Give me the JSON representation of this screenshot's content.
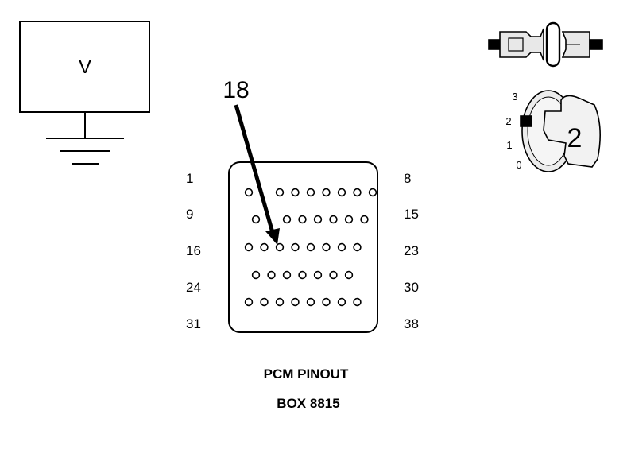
{
  "voltmeter": {
    "symbol": "V"
  },
  "pointer": {
    "pin_label": "18",
    "target_pin": 18
  },
  "connector": {
    "row_labels_left": [
      "1",
      "9",
      "16",
      "24",
      "31"
    ],
    "row_labels_right": [
      "8",
      "15",
      "23",
      "30",
      "38"
    ],
    "rows": [
      {
        "first": 1,
        "last": 8,
        "pins": 8,
        "gap_after_first": true
      },
      {
        "first": 9,
        "last": 15,
        "pins": 7,
        "gap_after_first": true
      },
      {
        "first": 16,
        "last": 23,
        "pins": 8,
        "gap_after_first": false
      },
      {
        "first": 24,
        "last": 30,
        "pins": 7,
        "gap_after_first": false
      },
      {
        "first": 31,
        "last": 38,
        "pins": 8,
        "gap_after_first": false
      }
    ]
  },
  "ignition_key": {
    "positions": [
      "3",
      "2",
      "1",
      "0"
    ],
    "current_position": "2"
  },
  "caption": {
    "line1": "PCM PINOUT",
    "line2": "BOX 8815"
  }
}
